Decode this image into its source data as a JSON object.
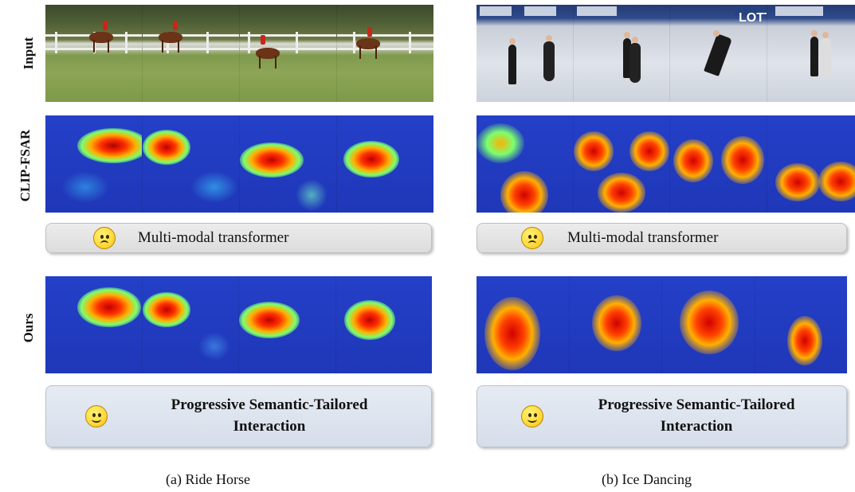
{
  "row_labels": {
    "input": "Input",
    "clip": "CLIP-FSAR",
    "ours": "Ours"
  },
  "clip_caption": "Multi-modal transformer",
  "ours_caption_line1": "Progressive Semantic-Tailored",
  "ours_caption_line2": "Interaction",
  "subcaption_a": "(a)  Ride Horse",
  "subcaption_b": "(b)  Ice Dancing",
  "ice_ad_text": "LOTTE",
  "emoji": {
    "clip": "sad-face-icon",
    "ours": "smiling-face-icon"
  },
  "colors": {
    "heat_base": "#2440c8",
    "clip_box": "#dcdcdc",
    "ours_box": "#d6deea"
  }
}
